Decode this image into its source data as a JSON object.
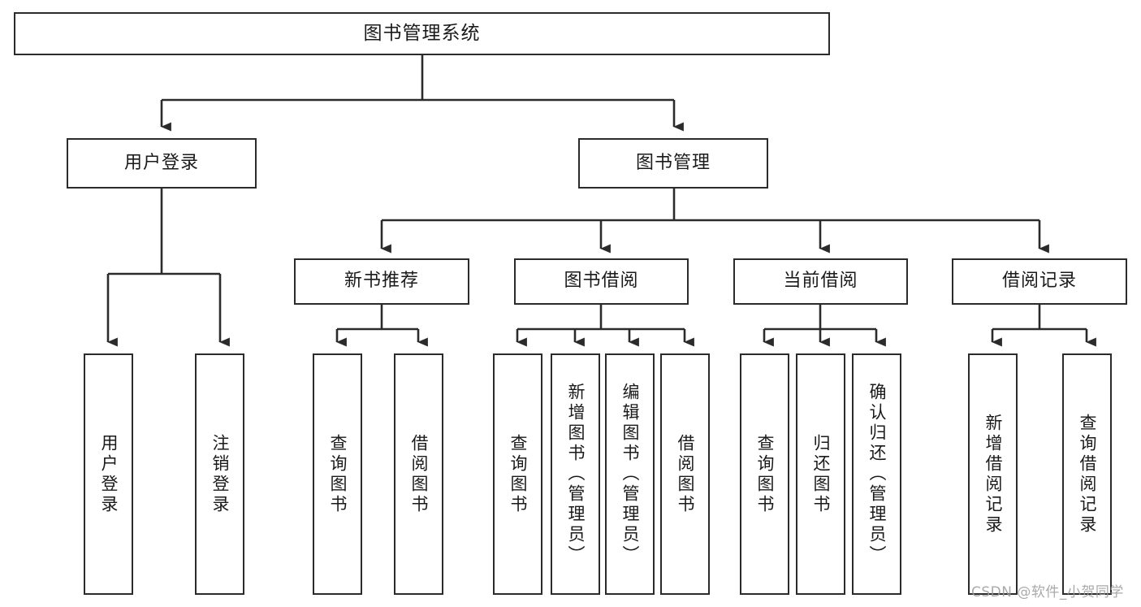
{
  "diagram": {
    "title": "图书管理系统",
    "type": "tree-hierarchy-diagram",
    "orientation": "top-down",
    "colors": {
      "box_border": "#2b2b2b",
      "box_fill": "#ffffff",
      "edge": "#2b2b2b",
      "text": "#1a1a1a",
      "watermark": "#9b9b9b",
      "background": "#ffffff"
    }
  },
  "nodes": {
    "root": {
      "label": "图书管理系统"
    },
    "level2": [
      {
        "id": "user-login",
        "label": "用户登录"
      },
      {
        "id": "book-manage",
        "label": "图书管理"
      }
    ],
    "level3": [
      {
        "id": "new-book-recommend",
        "label": "新书推荐"
      },
      {
        "id": "book-borrow",
        "label": "图书借阅"
      },
      {
        "id": "current-borrow",
        "label": "当前借阅"
      },
      {
        "id": "borrow-record",
        "label": "借阅记录"
      }
    ],
    "leaves": {
      "user_login": [
        {
          "id": "leaf-user-login",
          "label": "用户登录"
        },
        {
          "id": "leaf-logout-login",
          "label": "注销登录"
        }
      ],
      "new_book_recommend": [
        {
          "id": "leaf-query-book-1",
          "label": "查询图书"
        },
        {
          "id": "leaf-borrow-book-1",
          "label": "借阅图书"
        }
      ],
      "book_borrow": [
        {
          "id": "leaf-query-book-2",
          "label": "查询图书"
        },
        {
          "id": "leaf-add-book",
          "label": "新增图书（管理员）"
        },
        {
          "id": "leaf-edit-book",
          "label": "编辑图书（管理员）"
        },
        {
          "id": "leaf-borrow-book-2",
          "label": "借阅图书"
        }
      ],
      "current_borrow": [
        {
          "id": "leaf-query-book-3",
          "label": "查询图书"
        },
        {
          "id": "leaf-return-book",
          "label": "归还图书"
        },
        {
          "id": "leaf-confirm-return",
          "label": "确认归还（管理员）"
        }
      ],
      "borrow_record": [
        {
          "id": "leaf-add-record",
          "label": "新增借阅记录"
        },
        {
          "id": "leaf-query-record",
          "label": "查询借阅记录"
        }
      ]
    }
  },
  "watermark": {
    "text": "CSDN @软件_小贺同学"
  }
}
